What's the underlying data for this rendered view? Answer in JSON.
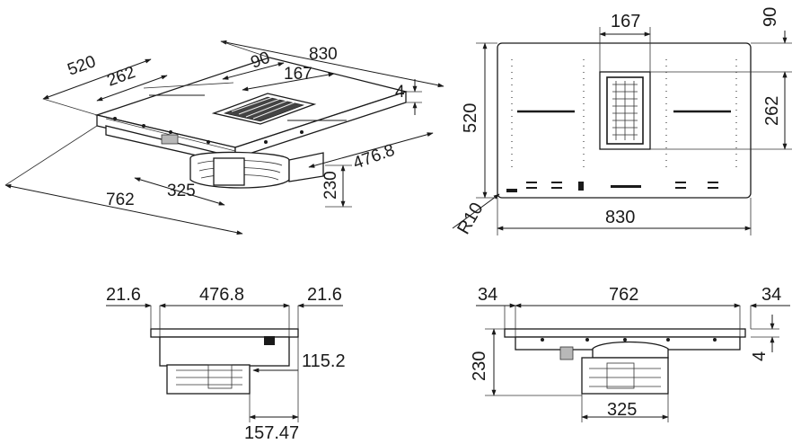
{
  "views": {
    "iso": {
      "dims": {
        "width": "830",
        "depth": "520",
        "zone_depth": "262",
        "hood_depth": "90",
        "hood_width": "167",
        "glass_thickness": "4",
        "cutout_depth": "476.8",
        "cutout_width": "762",
        "motor_width": "325",
        "height": "230"
      }
    },
    "top": {
      "dims": {
        "hood_width": "167",
        "hood_offset": "90",
        "depth": "520",
        "zone_depth": "262",
        "corner_radius": "R10",
        "width": "830"
      }
    },
    "side": {
      "dims": {
        "edge_left": "21.6",
        "cutout_depth": "476.8",
        "edge_right": "21.6",
        "motor_offset": "115.2",
        "duct_offset": "157.47"
      }
    },
    "front": {
      "dims": {
        "edge_left": "34",
        "cutout_width": "762",
        "edge_right": "34",
        "height": "230",
        "glass_thickness": "4",
        "motor_width": "325"
      }
    }
  }
}
